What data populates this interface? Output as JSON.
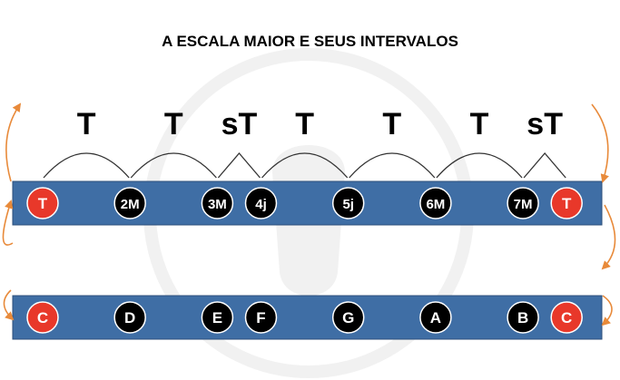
{
  "title": "A ESCALA MAIOR E SEUS INTERVALOS",
  "colors": {
    "bar": "#3f6ea5",
    "bar_border": "#2c4f7a",
    "tonic": "#e8382a",
    "note": "#000000",
    "label_text": "#ffffff",
    "arrow": "#e88a3a",
    "watermark": "#f1f1f1"
  },
  "steps": [
    "T",
    "T",
    "sT",
    "T",
    "T",
    "T",
    "sT"
  ],
  "intervals": [
    {
      "label": "T",
      "tonic": true
    },
    {
      "label": "2M",
      "tonic": false
    },
    {
      "label": "3M",
      "tonic": false
    },
    {
      "label": "4j",
      "tonic": false
    },
    {
      "label": "5j",
      "tonic": false
    },
    {
      "label": "6M",
      "tonic": false
    },
    {
      "label": "7M",
      "tonic": false
    },
    {
      "label": "T",
      "tonic": true
    }
  ],
  "notes": [
    {
      "label": "C",
      "tonic": true
    },
    {
      "label": "D",
      "tonic": false
    },
    {
      "label": "E",
      "tonic": false
    },
    {
      "label": "F",
      "tonic": false
    },
    {
      "label": "G",
      "tonic": false
    },
    {
      "label": "A",
      "tonic": false
    },
    {
      "label": "B",
      "tonic": false
    },
    {
      "label": "C",
      "tonic": true
    }
  ]
}
